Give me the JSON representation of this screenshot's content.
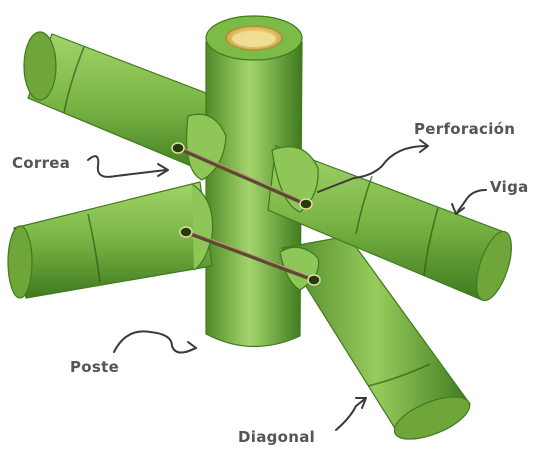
{
  "labels": {
    "correa": "Correa",
    "perforacion": "Perforación",
    "viga": "Viga",
    "poste": "Poste",
    "diagonal": "Diagonal"
  },
  "colors": {
    "bamboo_light": "#9cd064",
    "bamboo_mid": "#6fa83c",
    "bamboo_dark": "#3f7a1e",
    "node_ring": "#2d5a16",
    "bore_rim": "#efe6a8",
    "rod": "#5d4a32",
    "label_text": "#555555"
  }
}
